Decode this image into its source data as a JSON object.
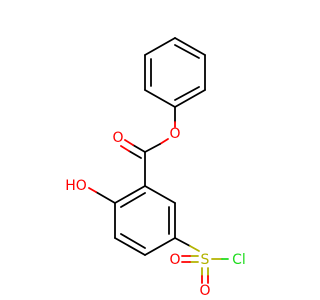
{
  "atoms": {
    "ester_carbonyl_o": "O",
    "ester_o": "O",
    "hydroxyl": "HO",
    "sulfur": "S",
    "sulfonyl_o_left": "O",
    "sulfonyl_o_bottom": "O",
    "chlorine": "Cl"
  },
  "colors": {
    "carbon_bond": "#000000",
    "oxygen": "#ff0000",
    "sulfur": "#b3b300",
    "chlorine": "#1fdc1f"
  }
}
